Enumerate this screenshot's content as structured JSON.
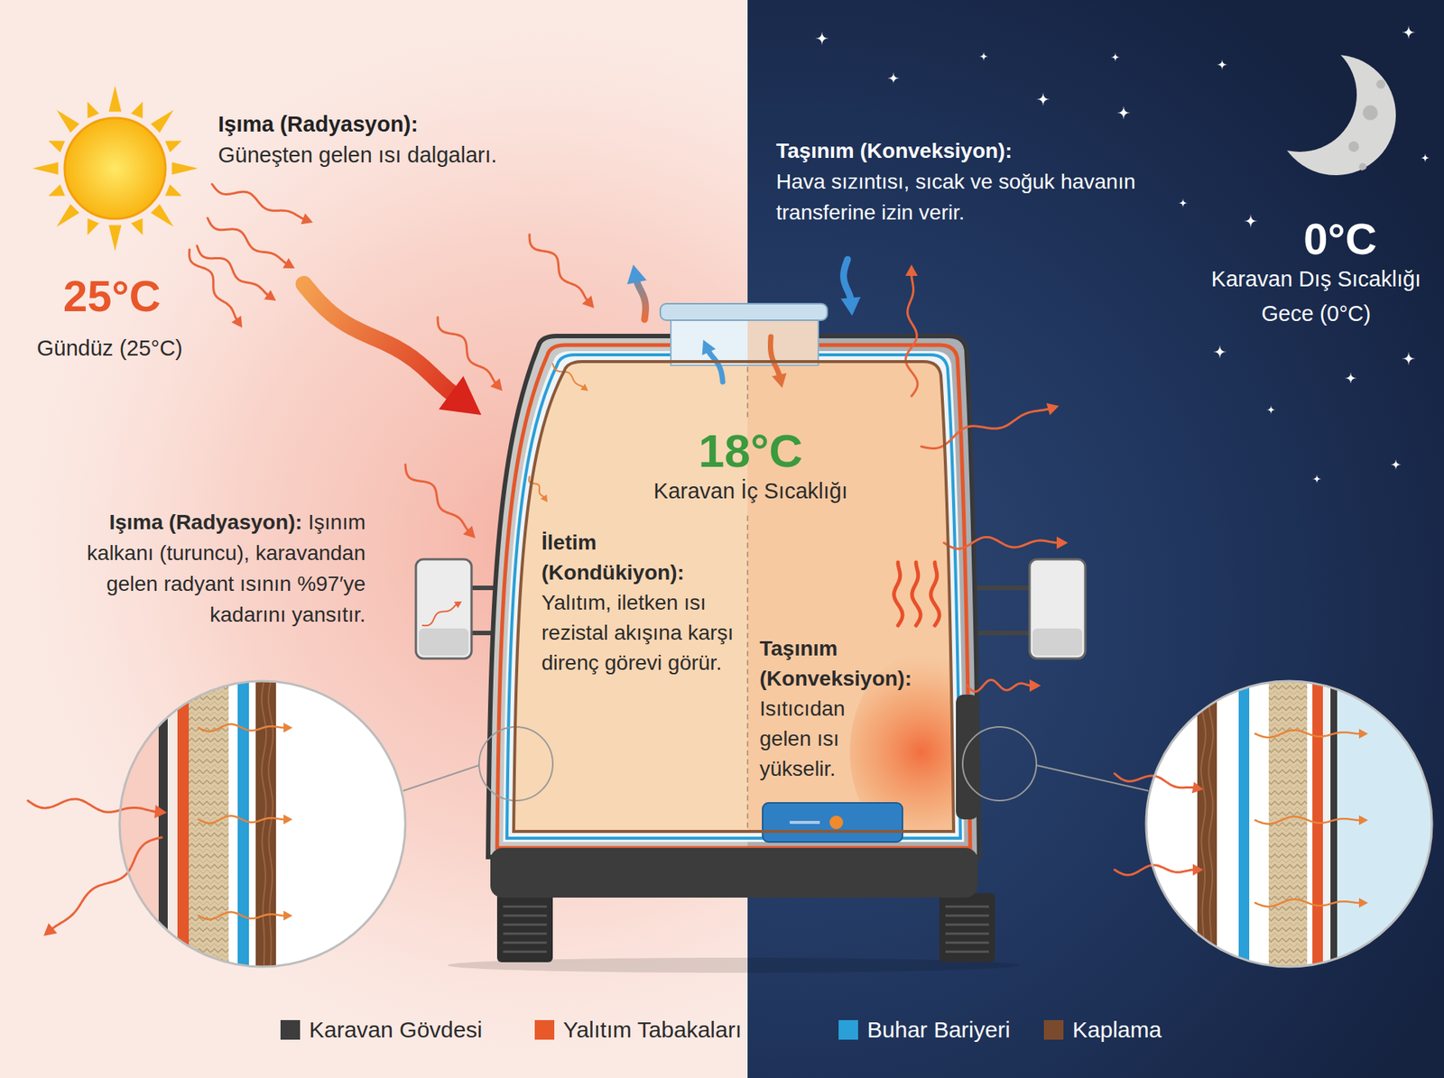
{
  "diagram": {
    "nodes": [
      {
        "text": [
          "18°C",
          "Karavan İç Sıcaklığı",
          "İletim (Kondükiyon):",
          "Yalıtım, iletken ısı rezistal akışına karşı direnç görevi görür.",
          "Taşınım (Konveksiyon):",
          "Isıtıcıdan gelen ısı yükselir."
        ]
      }
    ],
    "labels": [
      "Işıma (Radyasyon):",
      "Güneşten gelen ısı dalgaları.",
      "25°C",
      "Gündüz (25°C)",
      "Taşınım (Konveksiyon):",
      "Hava sızıntısı, sıcak ve soğuk havanın transferine izin verir.",
      "0°C",
      "Karavan Dış Sıcaklığı Gece (0°C)",
      "Işıma (Radyasyon):",
      "Işınım kalkanı (turuncu), karavandan gelen radyant ısının %97′ye kadarını yansıtır."
    ],
    "legend": [
      {
        "text": "Karavan Gövdesi",
        "color": "#3d3d3d"
      },
      {
        "text": "Yalıtım Tabakaları",
        "color": "#e8592a"
      },
      {
        "text": "Buhar Bariyeri",
        "color": "#2a9fd8"
      },
      {
        "text": "Kaplama",
        "color": "#7a4a2c"
      }
    ]
  }
}
